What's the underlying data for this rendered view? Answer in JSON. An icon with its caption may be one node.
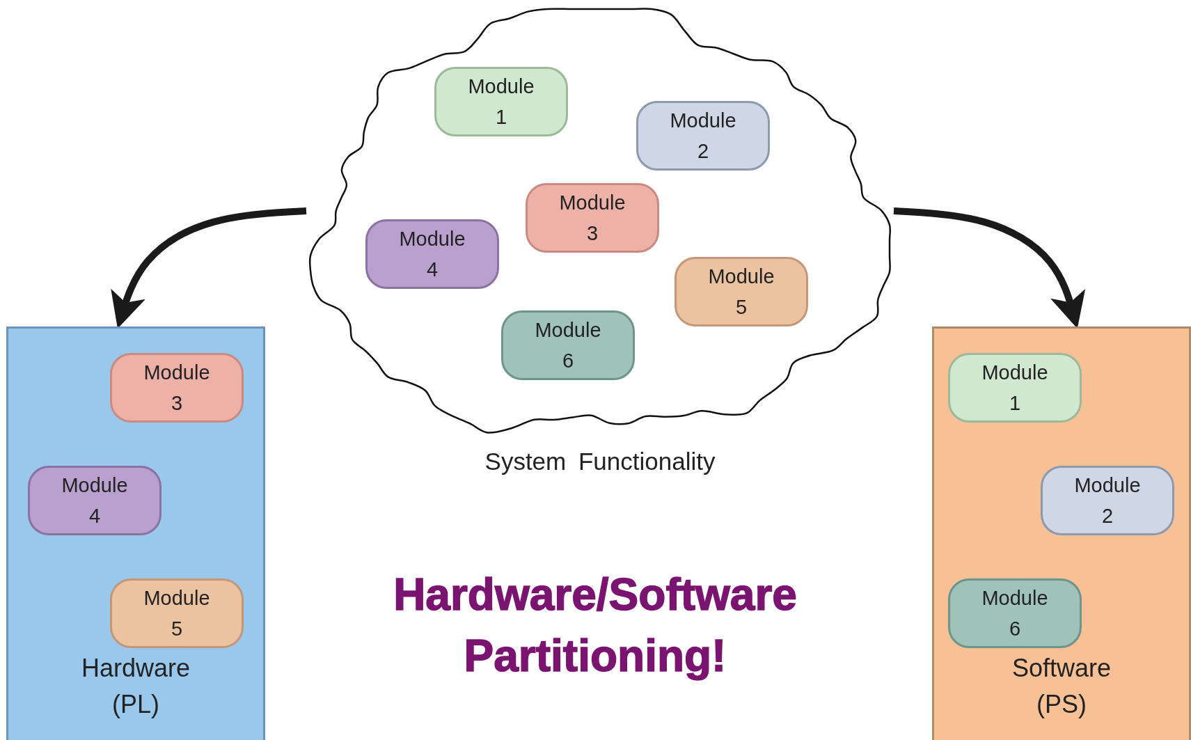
{
  "diagram": {
    "title": "Hardware/Software Partitioning!",
    "nodes": [
      {
        "text": [
          "System Functionality"
        ]
      },
      {
        "text": [
          "Module 1"
        ],
        "in": 0
      },
      {
        "text": [
          "Module 2"
        ],
        "in": 0
      },
      {
        "text": [
          "Module 3"
        ],
        "in": 0
      },
      {
        "text": [
          "Module 4"
        ],
        "in": 0
      },
      {
        "text": [
          "Module 5"
        ],
        "in": 0
      },
      {
        "text": [
          "Module 6"
        ],
        "in": 0
      },
      {
        "text": [
          "Hardware (PL)"
        ]
      },
      {
        "text": [
          "Module 3"
        ],
        "in": 7
      },
      {
        "text": [
          "Module 4"
        ],
        "in": 7
      },
      {
        "text": [
          "Module 5"
        ],
        "in": 7
      },
      {
        "text": [
          "Software (PS)"
        ]
      },
      {
        "text": [
          "Module 1"
        ],
        "in": 11
      },
      {
        "text": [
          "Module 2"
        ],
        "in": 11
      },
      {
        "text": [
          "Module 6"
        ],
        "in": 11
      }
    ],
    "edges": [
      {
        "from": 0,
        "to": 7,
        "arrow": "to"
      },
      {
        "from": 0,
        "to": 11,
        "arrow": "to"
      }
    ]
  }
}
